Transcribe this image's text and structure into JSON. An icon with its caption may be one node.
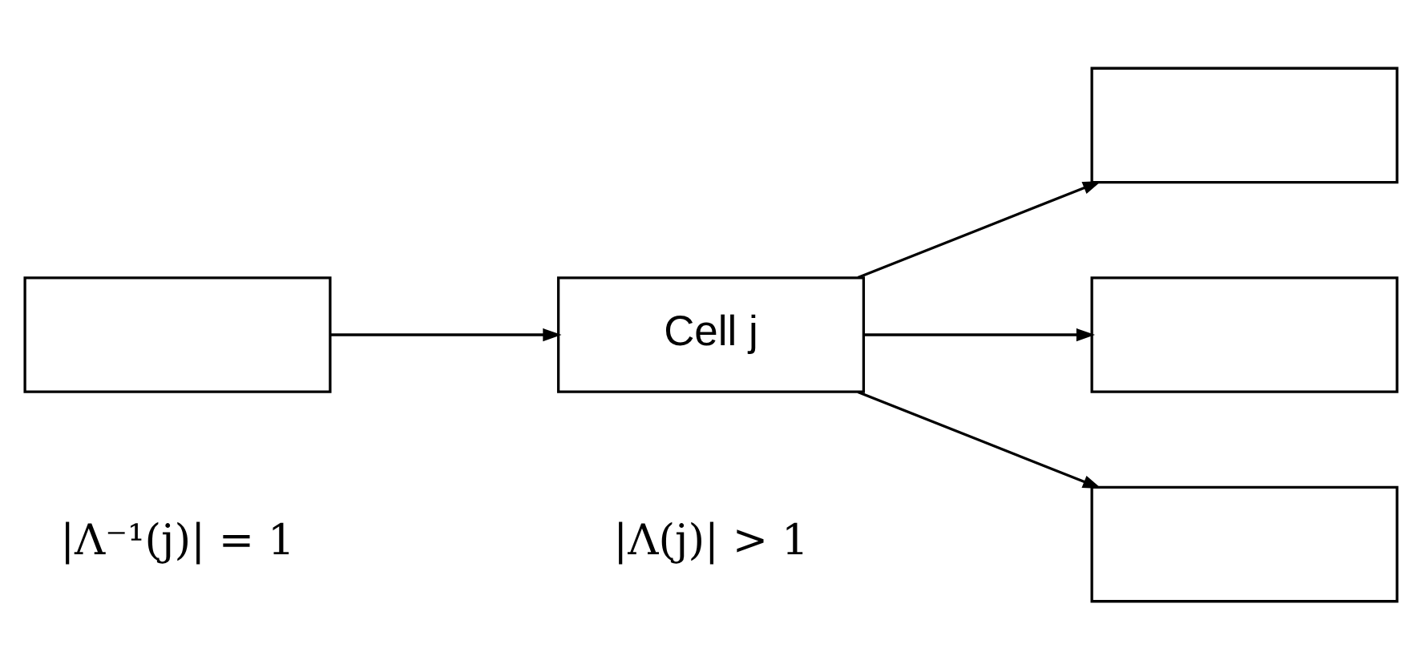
{
  "diagram": {
    "nodes": [
      {
        "text": [],
        "shape": "box"
      },
      {
        "text": [
          "Cell j"
        ]
      },
      {
        "text": [],
        "shape": "box"
      },
      {
        "text": [],
        "shape": "box"
      },
      {
        "text": [],
        "shape": "box"
      }
    ],
    "edges": [
      {
        "from": 0,
        "to": 1,
        "arrow": "to"
      },
      {
        "from": 1,
        "to": 2,
        "arrow": "to"
      },
      {
        "from": 1,
        "to": 3,
        "arrow": "to"
      },
      {
        "from": 1,
        "to": 4,
        "arrow": "to"
      }
    ],
    "labels": [
      "|Λ⁻¹(j)| = 1",
      "|Λ(j)| > 1"
    ]
  }
}
